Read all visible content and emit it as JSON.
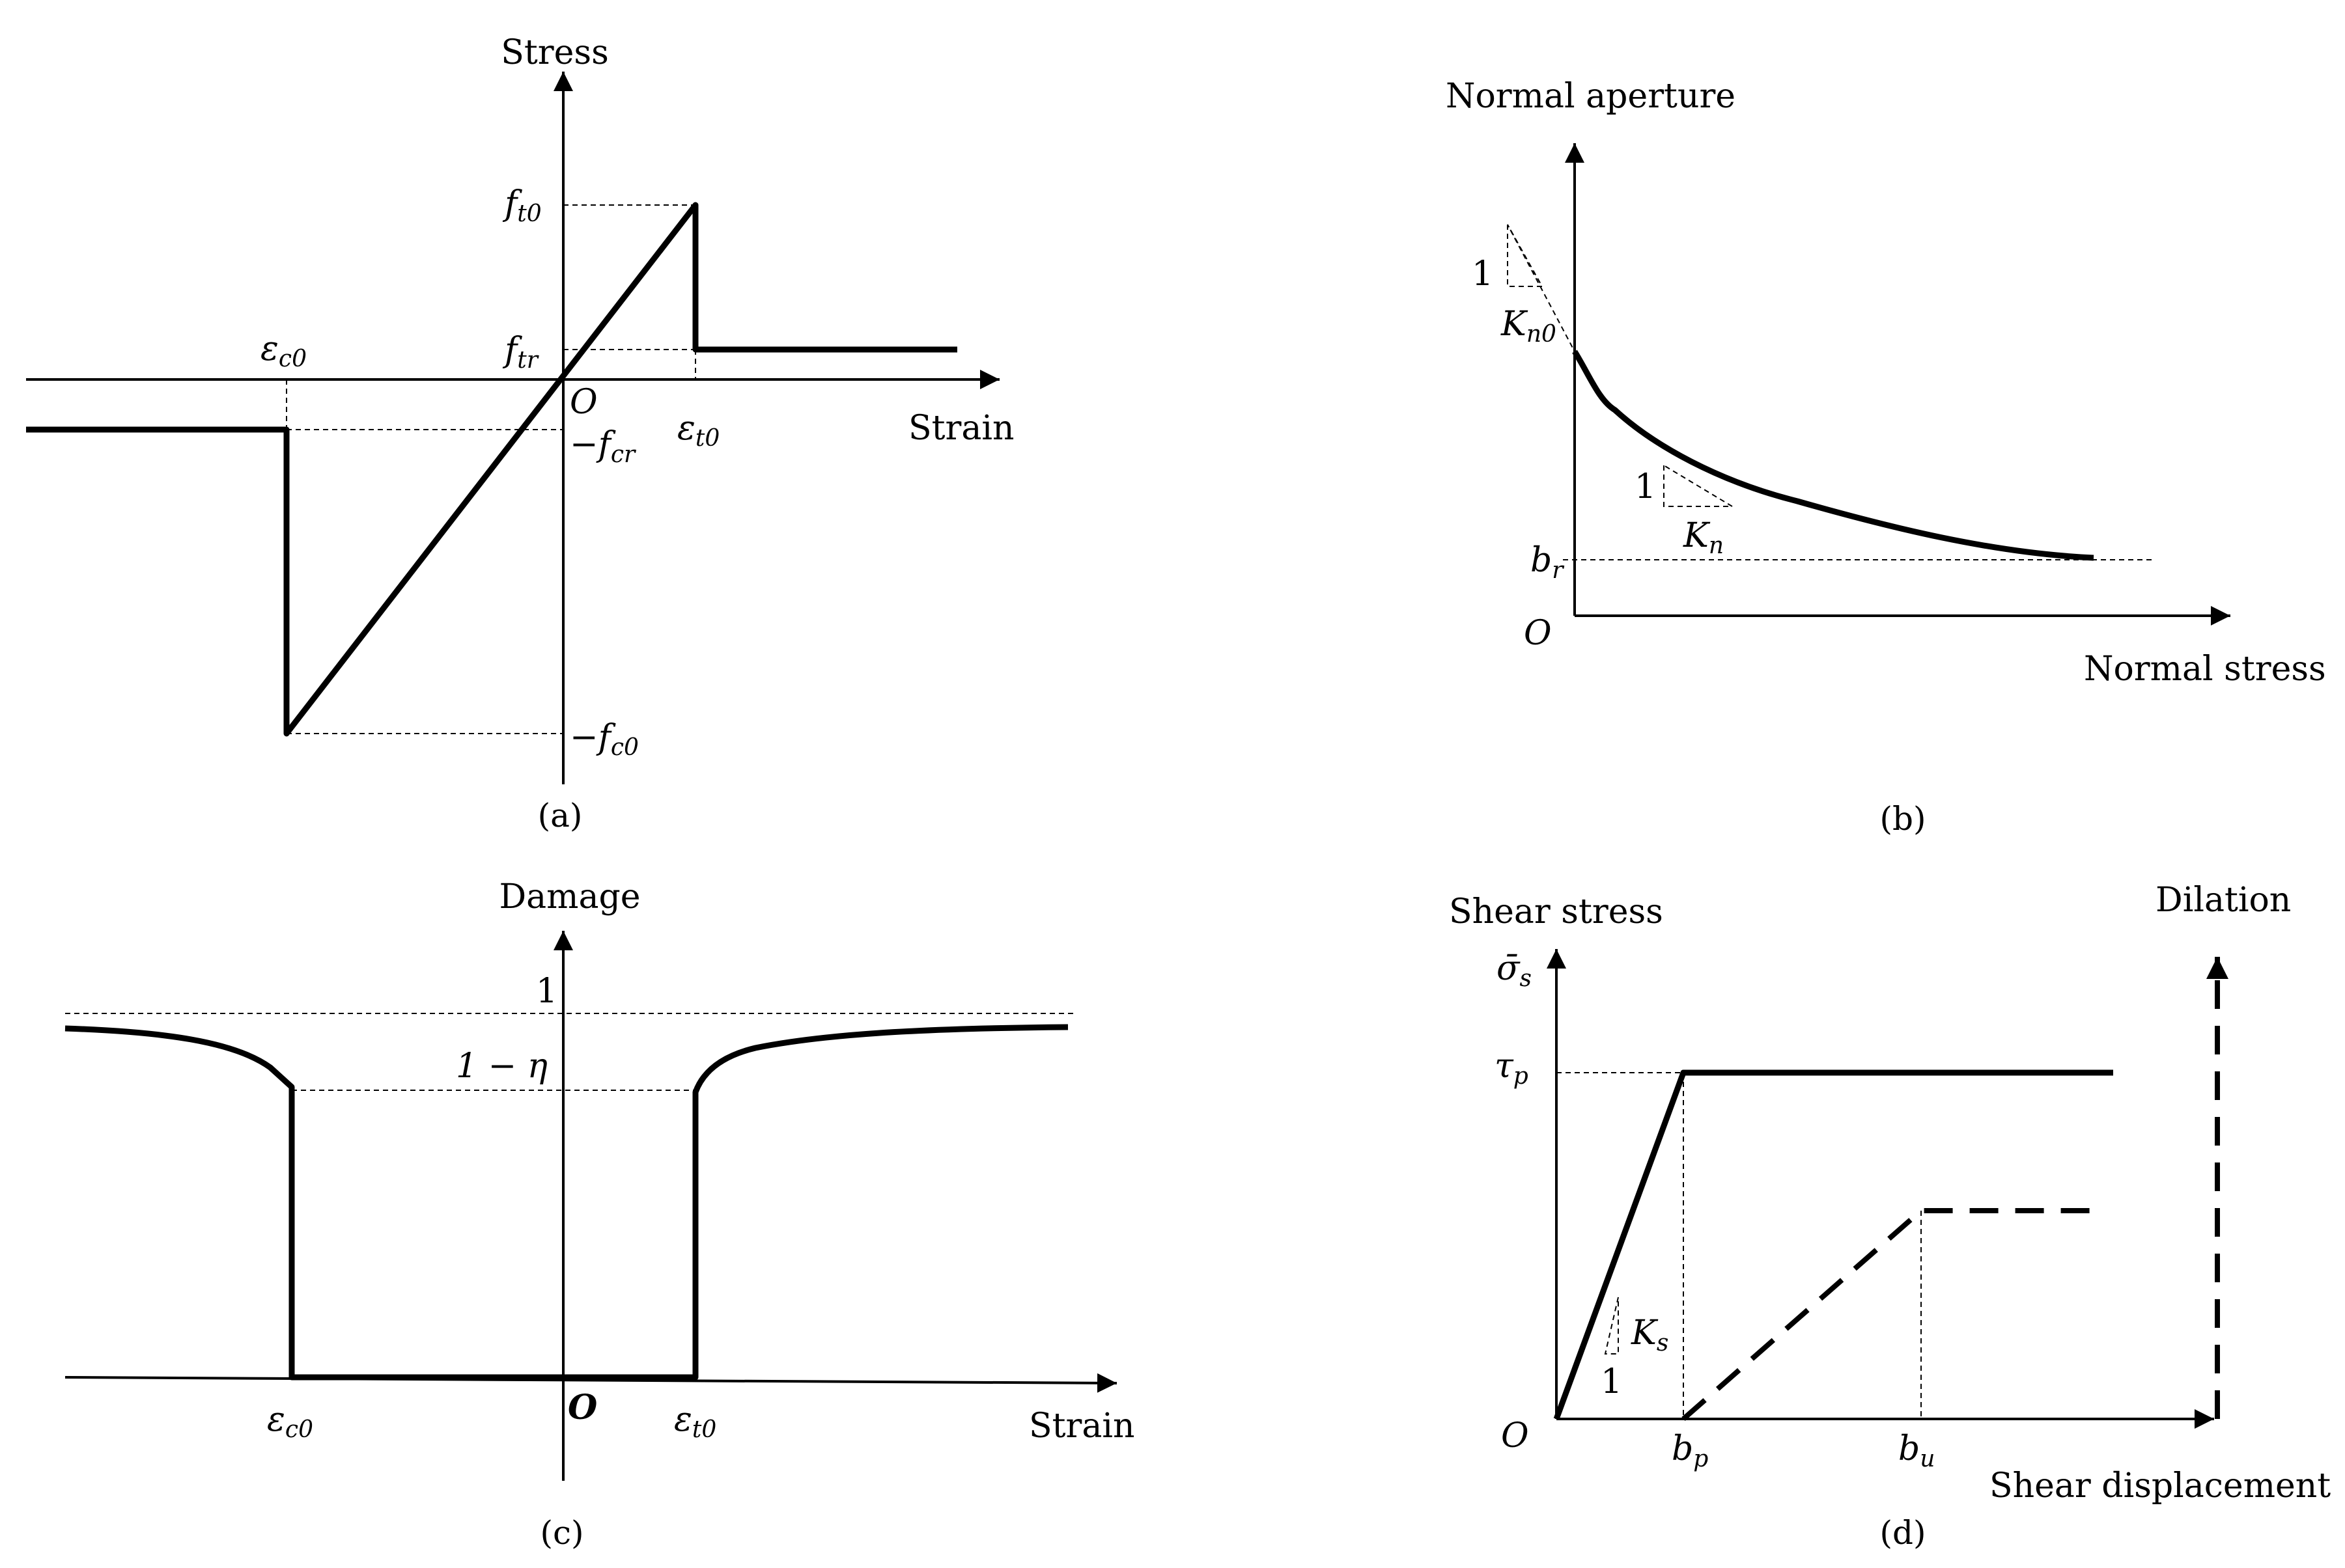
{
  "panel_a": {
    "caption": "(a)",
    "y_axis_label": "Stress",
    "x_axis_label": "Strain",
    "origin": "O",
    "ft0": {
      "base": "f",
      "sub": "t0"
    },
    "ftr": {
      "base": "f",
      "sub": "tr"
    },
    "neg_fcr": {
      "base": "−f",
      "sub": "cr"
    },
    "neg_fc0": {
      "base": "−f",
      "sub": "c0"
    },
    "eps_c0": {
      "base": "ε",
      "sub": "c0"
    },
    "eps_t0": {
      "base": "ε",
      "sub": "t0"
    }
  },
  "panel_b": {
    "caption": "(b)",
    "y_axis_label": "Normal aperture",
    "x_axis_label": "Normal stress",
    "origin": "O",
    "slope_one_top": "1",
    "Kn0": {
      "base": "K",
      "sub": "n0"
    },
    "slope_one_mid": "1",
    "Kn": {
      "base": "K",
      "sub": "n"
    },
    "br": {
      "base": "b",
      "sub": "r"
    }
  },
  "panel_c": {
    "caption": "(c)",
    "y_axis_label": "Damage",
    "x_axis_label": "Strain",
    "origin": "O",
    "one": "1",
    "one_minus_eta": "1 − η",
    "eps_c0": {
      "base": "ε",
      "sub": "c0"
    },
    "eps_t0": {
      "base": "ε",
      "sub": "t0"
    }
  },
  "panel_d": {
    "caption": "(d)",
    "y_axis_label": "Shear stress",
    "y2_axis_label": "Dilation",
    "x_axis_label": "Shear displacement",
    "origin": "O",
    "sigma_s": {
      "base": "σ̄",
      "sub": "s"
    },
    "tau_p": {
      "base": "τ",
      "sub": "p"
    },
    "Ks": {
      "base": "K",
      "sub": "s"
    },
    "slope_one": "1",
    "bp": {
      "base": "b",
      "sub": "p"
    },
    "bu": {
      "base": "b",
      "sub": "u"
    }
  }
}
